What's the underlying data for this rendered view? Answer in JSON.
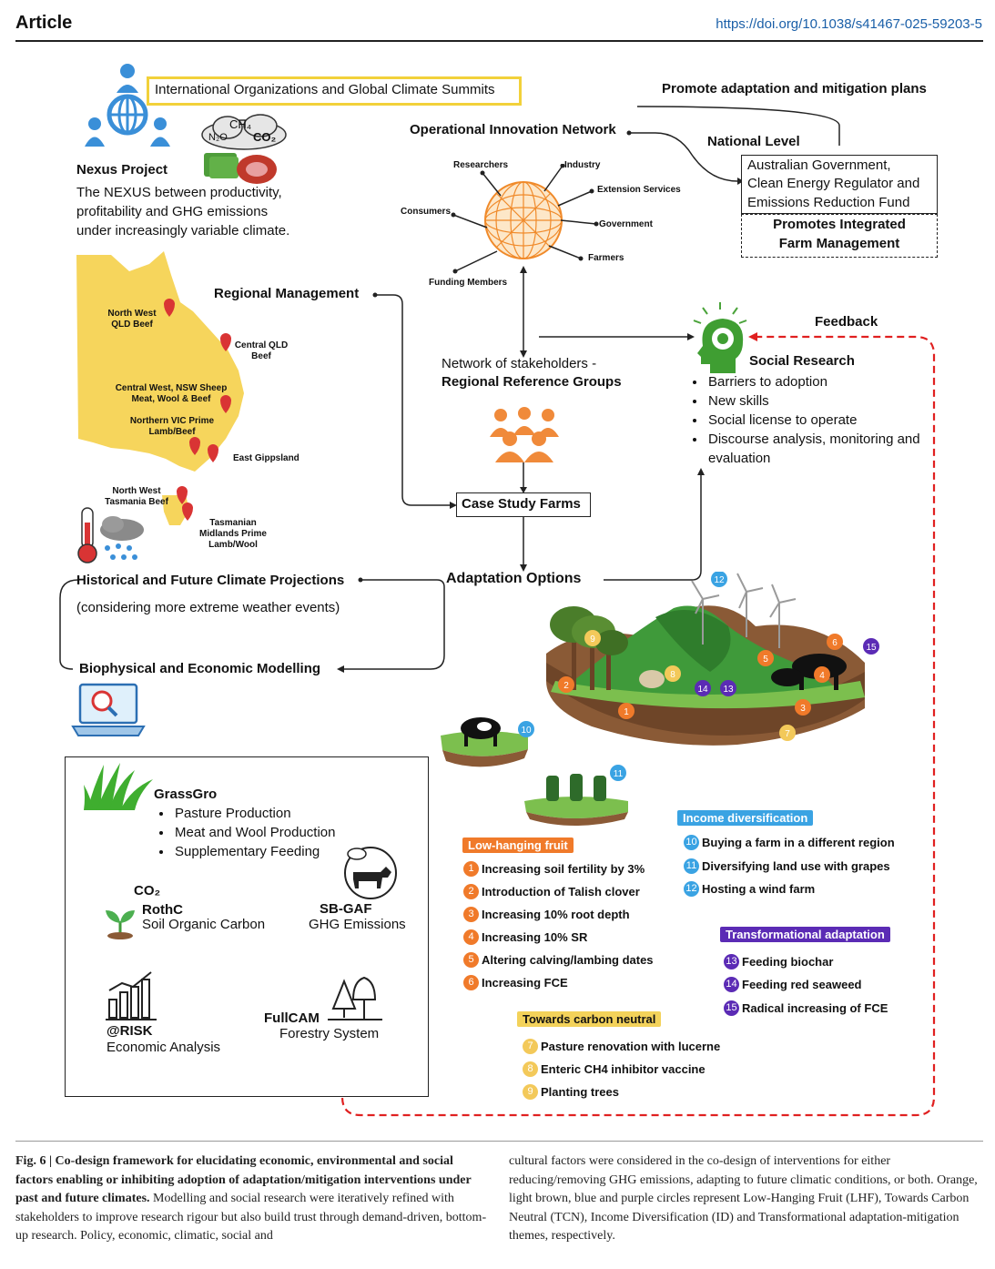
{
  "header": {
    "section": "Article",
    "doi": "https://doi.org/10.1038/s41467-025-59203-5"
  },
  "top": {
    "intl_orgs": "International Organizations and Global Climate Summits",
    "promote": "Promote adaptation and mitigation plans",
    "gas_ch4": "CH₄",
    "gas_n2o": "N₂O",
    "gas_co2": "CO₂"
  },
  "nexus": {
    "title": "Nexus Project",
    "desc_1": "The NEXUS between productivity,",
    "desc_2": "profitability and GHG emissions",
    "desc_3": "under increasingly variable climate."
  },
  "network": {
    "title": "Operational Innovation Network",
    "nodes": [
      "Researchers",
      "Industry",
      "Extension Services",
      "Consumers",
      "Government",
      "Farmers",
      "Funding Members"
    ]
  },
  "national": {
    "title": "National Level",
    "line1": "Australian Government,",
    "line2": "Clean Energy Regulator and",
    "line3": "Emissions Reduction Fund",
    "promotes1": "Promotes Integrated",
    "promotes2": "Farm Management"
  },
  "regional": {
    "title": "Regional Management",
    "sites": [
      "North West QLD Beef",
      "Central QLD Beef",
      "Central West, NSW Sheep Meat, Wool & Beef",
      "Northern VIC Prime Lamb/Beef",
      "East Gippsland",
      "North West Tasmania Beef",
      "Tasmanian Midlands Prime Lamb/Wool"
    ]
  },
  "stakeholders": {
    "line1": "Network of stakeholders -",
    "line2": "Regional Reference Groups"
  },
  "social": {
    "feedback": "Feedback",
    "title": "Social Research",
    "items": [
      "Barriers to adoption",
      "New skills",
      "Social license to operate",
      "Discourse analysis, monitoring and evaluation"
    ]
  },
  "center": {
    "case_study": "Case Study Farms",
    "adaptation": "Adaptation Options"
  },
  "climate": {
    "title": "Historical and Future Climate Projections",
    "sub": "(considering more extreme weather events)",
    "modelling": "Biophysical and Economic Modelling"
  },
  "models": {
    "grassgro": "GrassGro",
    "grassgro_items": [
      "Pasture Production",
      "Meat and Wool Production",
      "Supplementary Feeding"
    ],
    "co2": "CO₂",
    "rothc": "RothC",
    "rothc_sub": "Soil Organic Carbon",
    "sbgaf": "SB-GAF",
    "sbgaf_sub": "GHG Emissions",
    "risk": "@RISK",
    "risk_sub": "Economic Analysis",
    "fullcam": "FullCAM",
    "fullcam_sub": "Forestry System"
  },
  "themes": {
    "lhf": {
      "title": "Low-hanging fruit",
      "color": "#f07a2a",
      "items": [
        {
          "n": "1",
          "label": "Increasing soil fertility by 3%"
        },
        {
          "n": "2",
          "label": "Introduction of Talish clover"
        },
        {
          "n": "3",
          "label": "Increasing 10% root depth"
        },
        {
          "n": "4",
          "label": "Increasing 10% SR"
        },
        {
          "n": "5",
          "label": "Altering calving/lambing dates"
        },
        {
          "n": "6",
          "label": "Increasing FCE"
        }
      ]
    },
    "tcn": {
      "title": "Towards carbon neutral",
      "color": "#f3c95a",
      "items": [
        {
          "n": "7",
          "label": "Pasture renovation with lucerne"
        },
        {
          "n": "8",
          "label": "Enteric CH4 inhibitor vaccine"
        },
        {
          "n": "9",
          "label": "Planting trees"
        }
      ]
    },
    "id": {
      "title": "Income diversification",
      "color": "#3aa3e3",
      "items": [
        {
          "n": "10",
          "label": "Buying a farm in a different region"
        },
        {
          "n": "11",
          "label": "Diversifying land use with grapes"
        },
        {
          "n": "12",
          "label": "Hosting a wind farm"
        }
      ]
    },
    "ta": {
      "title": "Transformational adaptation",
      "color": "#5b2bb5",
      "items": [
        {
          "n": "13",
          "label": "Feeding biochar"
        },
        {
          "n": "14",
          "label": "Feeding red seaweed"
        },
        {
          "n": "15",
          "label": "Radical increasing of FCE"
        }
      ]
    }
  },
  "caption": {
    "fig": "Fig. 6 | ",
    "bold": "Co-design framework for elucidating economic, environmental and social factors enabling or inhibiting adoption of adaptation/mitigation interventions under past and future climates.",
    "rest": " Modelling and social research were iteratively refined with stakeholders to improve research rigour but also build trust through demand-driven, bottom-up research. Policy, economic, climatic, social and cultural factors were considered in the co-design of interventions for either reducing/removing GHG emissions, adapting to future climatic conditions, or both. Orange, light brown, blue and purple circles represent Low-Hanging Fruit (LHF), Towards Carbon Neutral (TCN), Income Diversification (ID) and Transformational adaptation-mitigation themes, respectively."
  }
}
